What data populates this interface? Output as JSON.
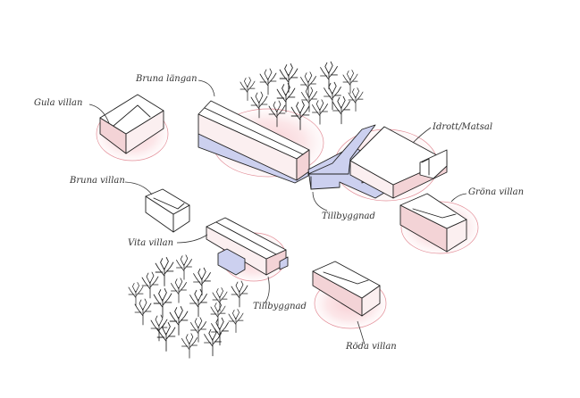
{
  "labels": {
    "gula_villan": "Gula villan",
    "bruna_langan": "Bruna längan",
    "idrott_matsal": "Idrott/Matsal",
    "bruna_villan": "Bruna villan",
    "grona_villan": "Gröna villan",
    "tillbyggnad_1": "Tillbyggnad",
    "vita_villan": "Vita villan",
    "tillbyggnad_2": "Tillbyggnad",
    "roda_villan": "Röda villan"
  },
  "colors": {
    "roof": "#ffffff",
    "wall_light": "#fbeff0",
    "wall_shade": "#f3d3d6",
    "extension": "#ccd0ef",
    "halo": "#f5b8bf"
  }
}
